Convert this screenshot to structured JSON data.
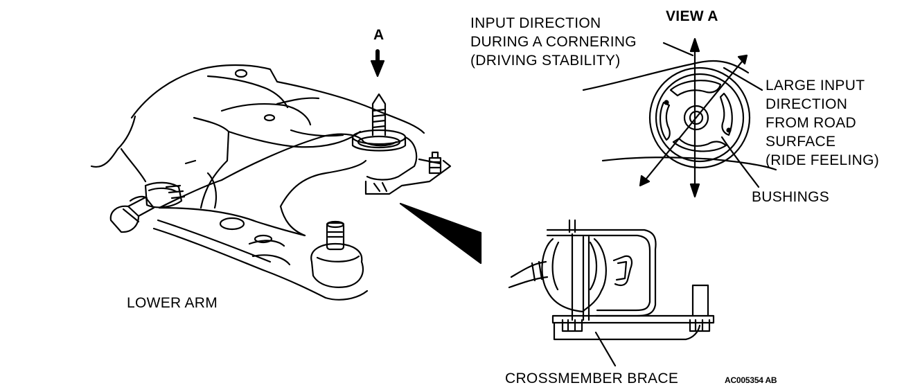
{
  "labels": {
    "view_arrow": "A",
    "view_a": "VIEW A",
    "input_direction": [
      "INPUT DIRECTION",
      "DURING A CORNERING",
      "(DRIVING STABILITY)"
    ],
    "large_input": [
      "LARGE INPUT",
      "DIRECTION",
      "FROM ROAD",
      "SURFACE",
      "(RIDE FEELING)"
    ],
    "bushings": "BUSHINGS",
    "lower_arm": "LOWER ARM",
    "crossmember_brace": "CROSSMEMBER BRACE",
    "figure_code": "AC005354 AB"
  }
}
